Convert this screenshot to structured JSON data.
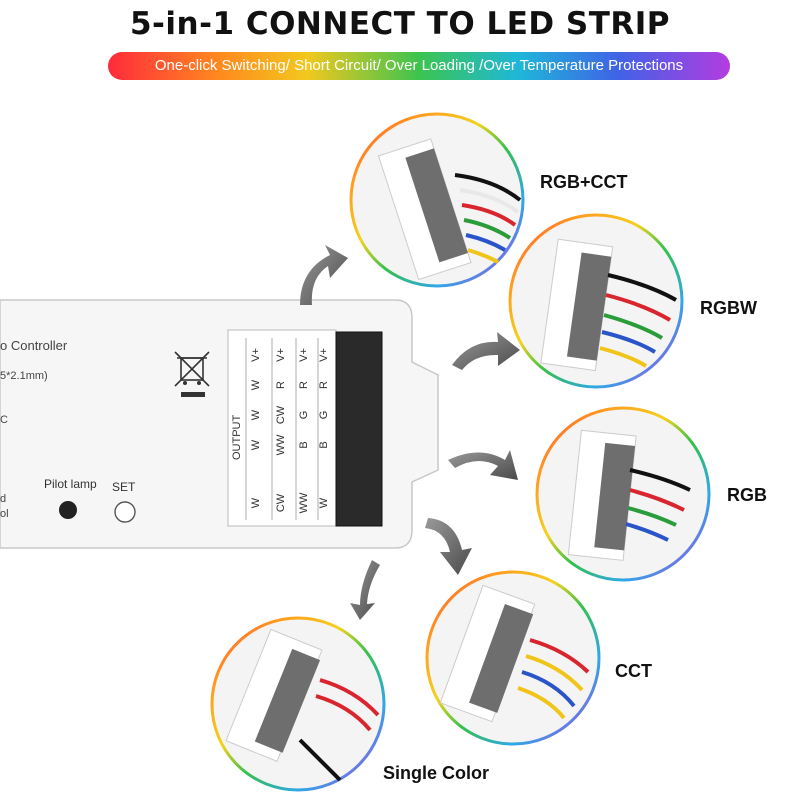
{
  "header": {
    "title": "5-in-1 CONNECT TO  LED STRIP",
    "banner": "One-click Switching/ Short Circuit/ Over Loading /Over Temperature Protections"
  },
  "controller": {
    "name_partial": "o Controller",
    "size_partial": "5*2.1mm)",
    "edge_text_1": "C",
    "edge_text_2": "d",
    "edge_text_3": "ol",
    "pilot_label": "Pilot lamp",
    "set_label": "SET",
    "output_label": "OUTPUT",
    "terminal_columns": [
      [
        "V+",
        "W",
        "W",
        "W",
        "W"
      ],
      [
        "V+",
        "R",
        "CW",
        "WW",
        "CW"
      ],
      [
        "V+",
        "R",
        "G",
        "B",
        "WW"
      ],
      [
        "V+",
        "R",
        "G",
        "B",
        "W"
      ]
    ]
  },
  "modes": [
    {
      "label": "RGB+CCT"
    },
    {
      "label": "RGBW"
    },
    {
      "label": "RGB"
    },
    {
      "label": "CCT"
    },
    {
      "label": "Single Color"
    }
  ],
  "icons": [
    "recycle-bin-crossed-icon",
    "curved-arrow-icon"
  ],
  "colors": {
    "banner_start": "#ff2a3c",
    "banner_end": "#b43ce0",
    "wire_red": "#d9262e",
    "wire_green": "#2a9d3a",
    "wire_blue": "#2a55c9",
    "wire_white": "#e8e8e8",
    "wire_yellow": "#f0c419",
    "wire_black": "#111111",
    "terminal_gray": "#6e6e6e"
  }
}
